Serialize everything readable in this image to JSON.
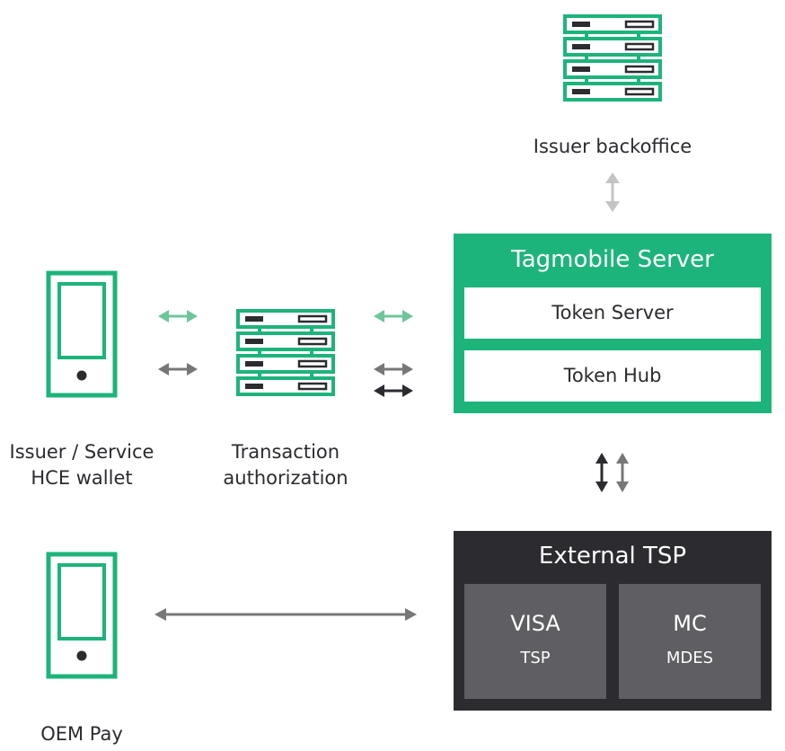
{
  "colors": {
    "green": "#1db47b",
    "dark": "#2b2b30",
    "grey_box": "#5e5e63",
    "arrow_green": "#6fc59a",
    "arrow_grey": "#777779",
    "arrow_light": "#c4c4c6"
  },
  "nodes": {
    "issuer_backoffice": {
      "label": "Issuer backoffice"
    },
    "hce_wallet": {
      "label_line1": "Issuer / Service",
      "label_line2": "HCE wallet"
    },
    "transaction_auth": {
      "label_line1": "Transaction",
      "label_line2": "authorization"
    },
    "oem_pay": {
      "label": "OEM Pay"
    }
  },
  "tagmobile_server": {
    "title": "Tagmobile Server",
    "token_server": "Token Server",
    "token_hub": "Token Hub"
  },
  "external_tsp": {
    "title": "External TSP",
    "visa": {
      "name": "VISA",
      "sub": "TSP"
    },
    "mc": {
      "name": "MC",
      "sub": "MDES"
    }
  }
}
